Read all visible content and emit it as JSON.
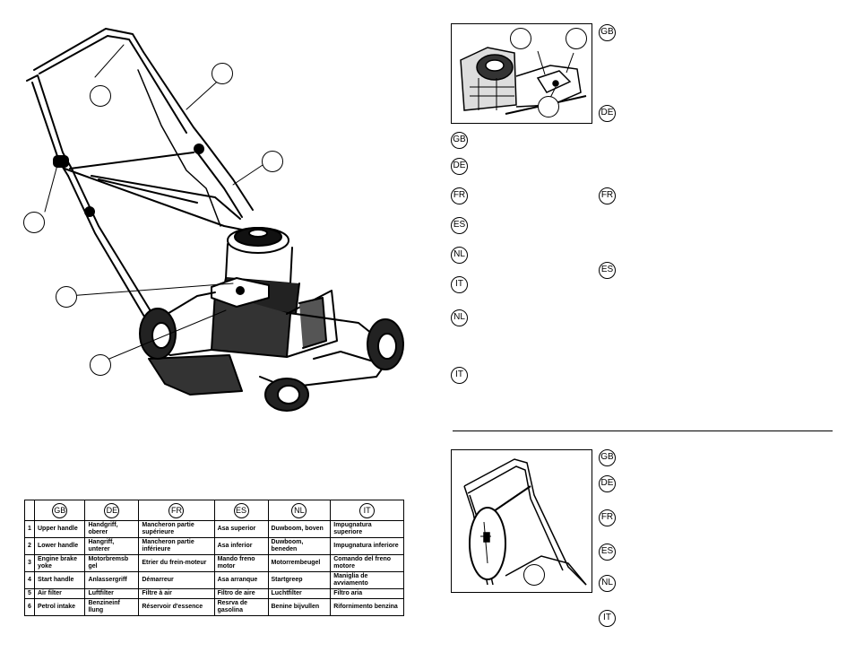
{
  "languages": [
    "GB",
    "DE",
    "FR",
    "ES",
    "NL",
    "IT"
  ],
  "parts_table": {
    "header": [
      "GB",
      "DE",
      "FR",
      "ES",
      "NL",
      "IT"
    ],
    "rows": [
      {
        "num": "1",
        "cells": [
          "Upper handle",
          "Handgriff, oberer",
          "Mancheron partie supérieure",
          "Asa superior",
          "Duwboom, boven",
          "Impugnatura superiore"
        ]
      },
      {
        "num": "2",
        "cells": [
          "Lower handle",
          "Hangriff, unterer",
          "Mancheron partie inférieure",
          "Asa inferior",
          "Duwboom, beneden",
          "Impugnatura inferiore"
        ]
      },
      {
        "num": "3",
        "cells": [
          "Engine brake yoke",
          "Motorbremsb gel",
          "Etrier du frein-moteur",
          "Mando freno motor",
          "Motorrembeugel",
          "Comando del freno motore"
        ]
      },
      {
        "num": "4",
        "cells": [
          "Start handle",
          "Anlassergriff",
          "Démarreur",
          "Asa arranque",
          "Startgreep",
          "Maniglia de avviamento"
        ]
      },
      {
        "num": "5",
        "cells": [
          "Air filter",
          "Luftfilter",
          "Filtre à air",
          "Filtro de aire",
          "Luchtfilter",
          "Filtro aria"
        ]
      },
      {
        "num": "6",
        "cells": [
          "Petrol intake",
          "Benzineinf llung",
          "Réservoir d'essence",
          "Resrva de gasolina",
          "Benine bijvullen",
          "Rifornimento benzina"
        ]
      }
    ]
  },
  "right_top_col1": [
    "GB",
    "DE",
    "FR",
    "ES",
    "NL",
    "IT",
    "NL",
    "IT"
  ],
  "right_top_col2": [
    "GB",
    "DE",
    "FR",
    "ES"
  ],
  "right_bottom": [
    "GB",
    "DE",
    "FR",
    "ES",
    "NL",
    "IT"
  ],
  "colors": {
    "ink": "#000000",
    "paper": "#ffffff"
  }
}
